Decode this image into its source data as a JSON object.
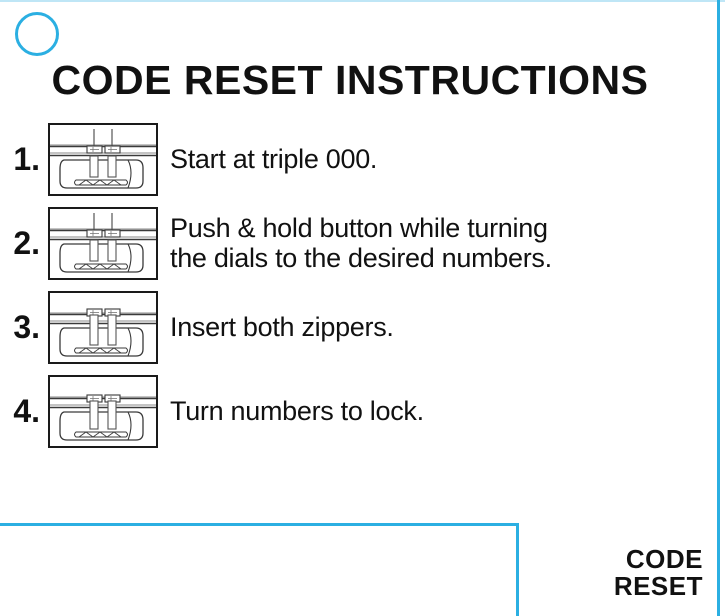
{
  "page": {
    "title": "CODE RESET INSTRUCTIONS",
    "background_color": "#ffffff",
    "accent_color": "#2bafe2",
    "text_color": "#111111"
  },
  "decorations": {
    "corner_circle": "circle-outline",
    "top_edge_rule": "top-rule",
    "right_edge_rule": "right-rule",
    "footer_rule": "footer-rule"
  },
  "steps": [
    {
      "number": "1.",
      "lines": [
        "Start at triple 000."
      ],
      "figure": "luggage-lock-zippers-up"
    },
    {
      "number": "2.",
      "lines": [
        "Push & hold button while turning",
        "the dials to the desired numbers."
      ],
      "figure": "luggage-lock-zippers-up"
    },
    {
      "number": "3.",
      "lines": [
        "Insert both zippers."
      ],
      "figure": "luggage-lock-zippers-inserted"
    },
    {
      "number": "4.",
      "lines": [
        "Turn numbers to lock."
      ],
      "figure": "luggage-lock-zippers-locked"
    }
  ],
  "logo": {
    "line1": "CODE",
    "line2": "RESET"
  }
}
